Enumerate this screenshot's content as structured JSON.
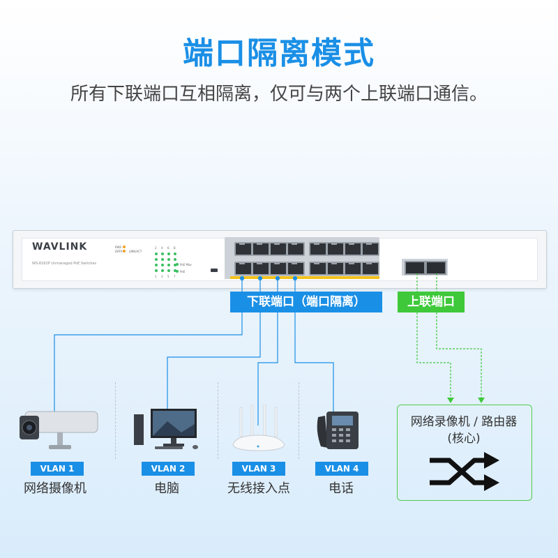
{
  "title": "端口隔离模式",
  "subtitle": "所有下联端口互相隔离，仅可与两个上联端口通信。",
  "switch": {
    "brand": "WAVLINK",
    "model": "WS-8162P Unmanaged PoE Switches",
    "led_labels": [
      "PWR",
      "DATA",
      "LINK/ACT",
      "PoE Max",
      "PoE"
    ],
    "port_numbers_top": [
      "2",
      "4",
      "6",
      "8"
    ],
    "port_numbers_bottom": [
      "1",
      "3",
      "5",
      "7"
    ],
    "poe_label": "PoE"
  },
  "labels": {
    "downlink": "下联端口（端口隔离）",
    "uplink": "上联端口"
  },
  "core": {
    "title": "网络录像机 / 路由器",
    "subtitle": "(核心)",
    "icon": "shuffle-arrows-icon"
  },
  "devices": [
    {
      "vlan": "VLAN 1",
      "label": "网络摄像机",
      "icon": "ip-camera-icon"
    },
    {
      "vlan": "VLAN 2",
      "label": "电脑",
      "icon": "desktop-computer-icon"
    },
    {
      "vlan": "VLAN 3",
      "label": "无线接入点",
      "icon": "wireless-router-icon"
    },
    {
      "vlan": "VLAN 4",
      "label": "电话",
      "icon": "ip-phone-icon"
    }
  ],
  "colors": {
    "accent_blue": "#1a8fe6",
    "accent_green": "#3ec83a",
    "poe_yellow": "#f4c21a"
  }
}
